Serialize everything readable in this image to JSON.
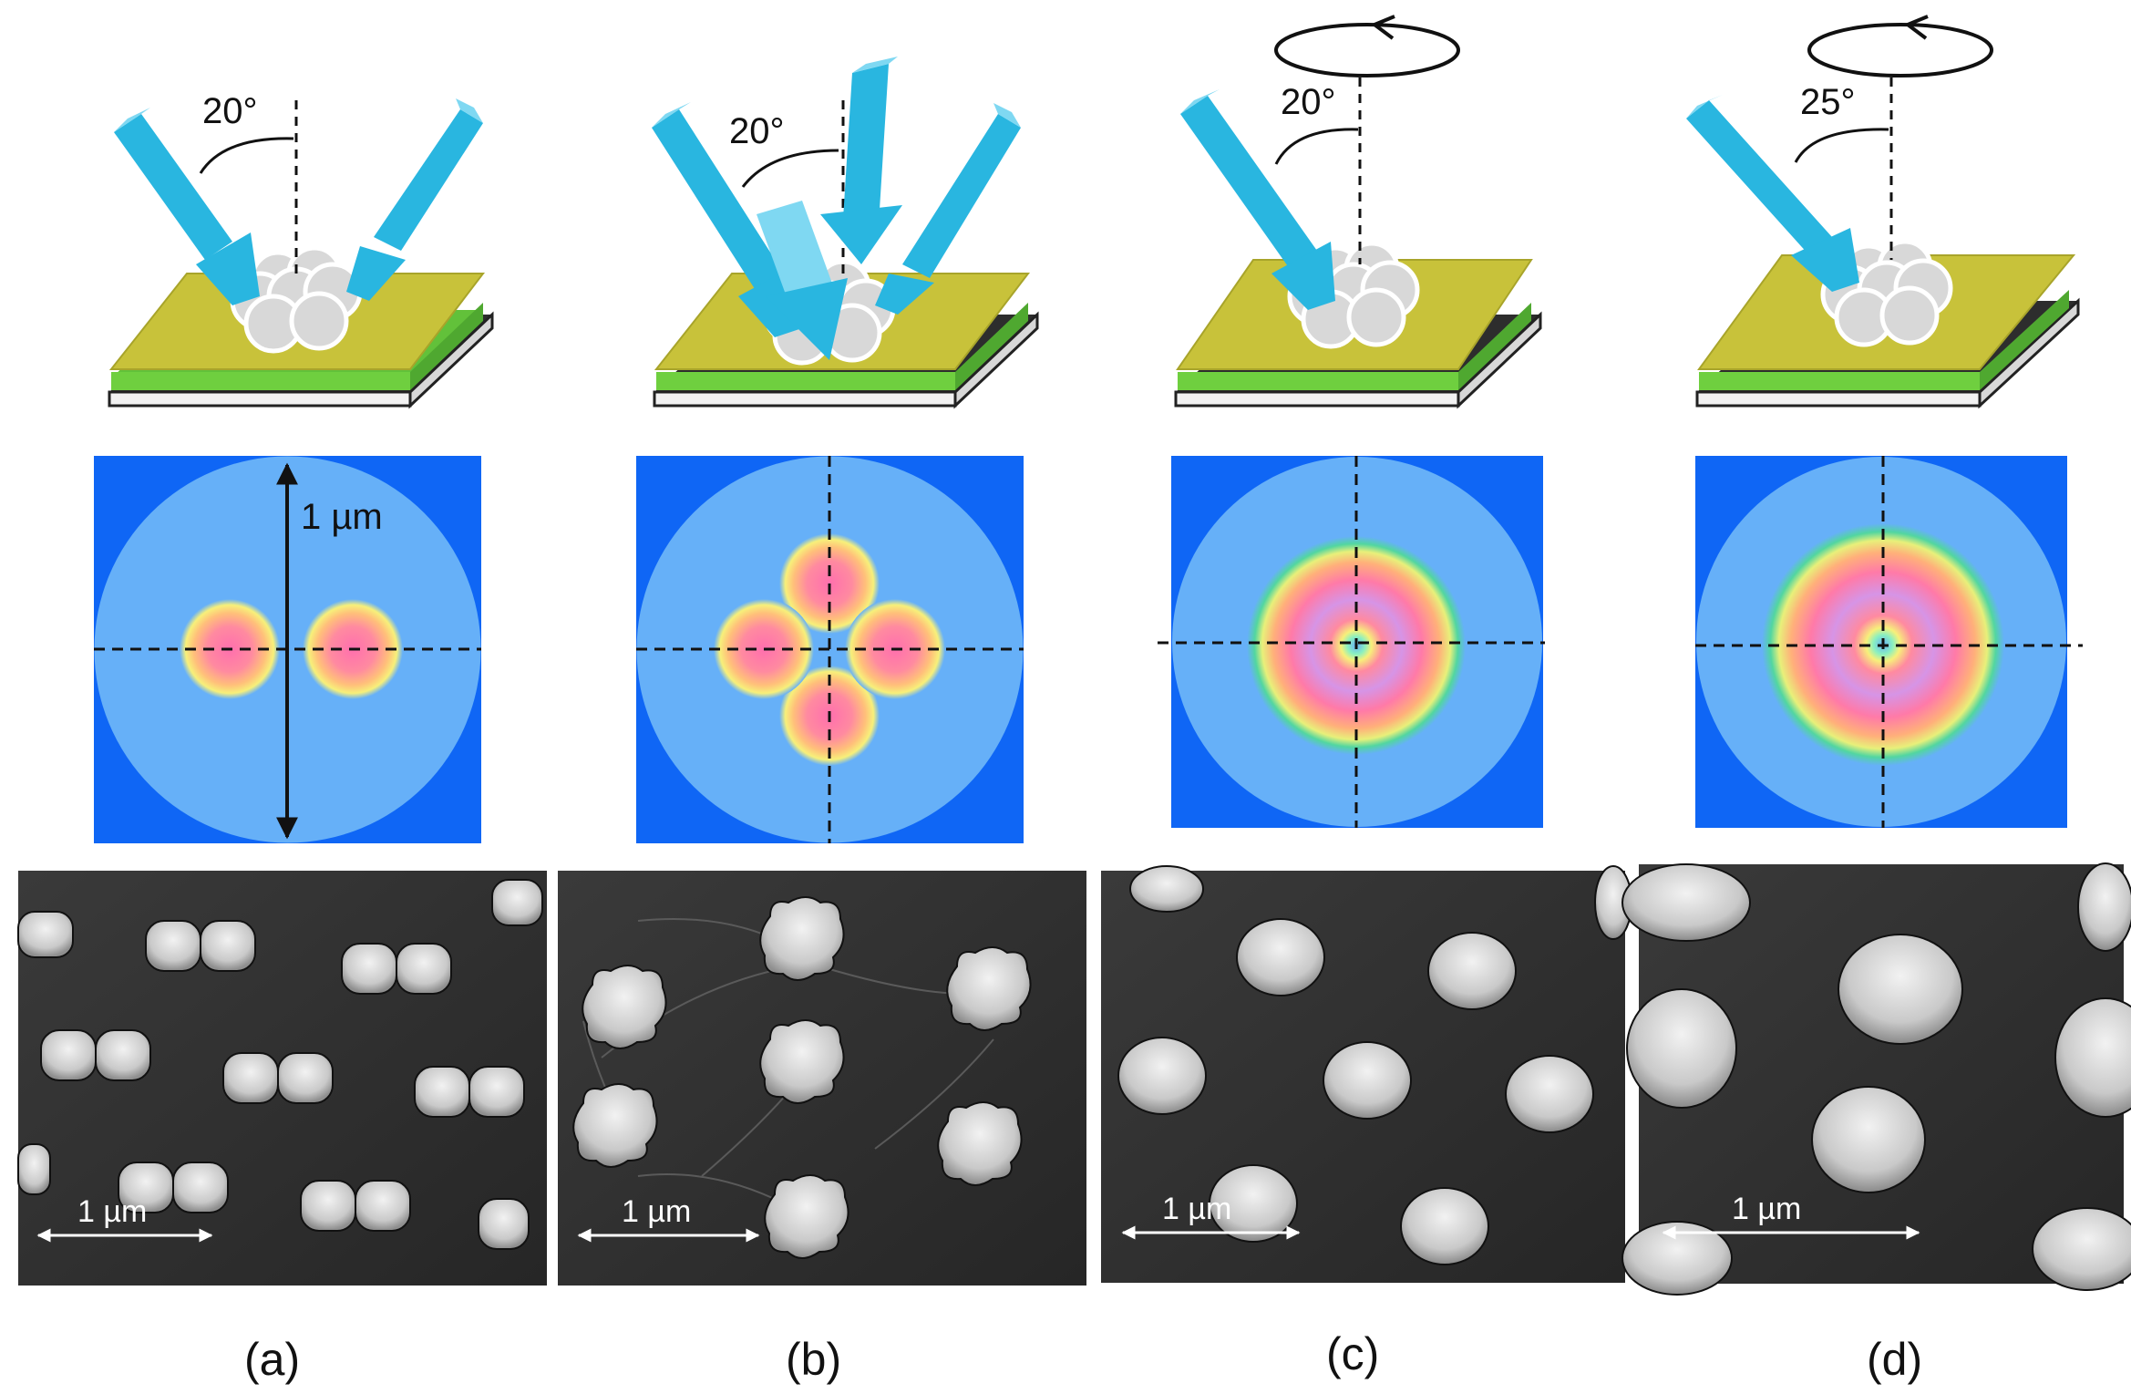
{
  "panels": [
    {
      "letter": "(a)",
      "angle": "20°",
      "rotating": false,
      "sem_scale": "1 µm",
      "pattern": "dimer"
    },
    {
      "letter": "(b)",
      "angle": "20°",
      "rotating": false,
      "sem_scale": "1 µm",
      "pattern": "quadrumer"
    },
    {
      "letter": "(c)",
      "angle": "20°",
      "rotating": true,
      "sem_scale": "1 µm",
      "pattern": "ring"
    },
    {
      "letter": "(d)",
      "angle": "25°",
      "rotating": true,
      "sem_scale": "1 µm",
      "pattern": "ring"
    }
  ],
  "map_scale": "1 µm",
  "colors": {
    "beam": "#29b6e0",
    "beam_dark": "#1a8fb8",
    "beam_light": "#7fd8f2",
    "film_top": "#c8c23a",
    "film_green": "#62c13a",
    "substrate": "#3a3a3a",
    "map_outer": "#0f66f5",
    "map_disk": "#66b0f8",
    "sem_bg": "#2b2b2b"
  }
}
